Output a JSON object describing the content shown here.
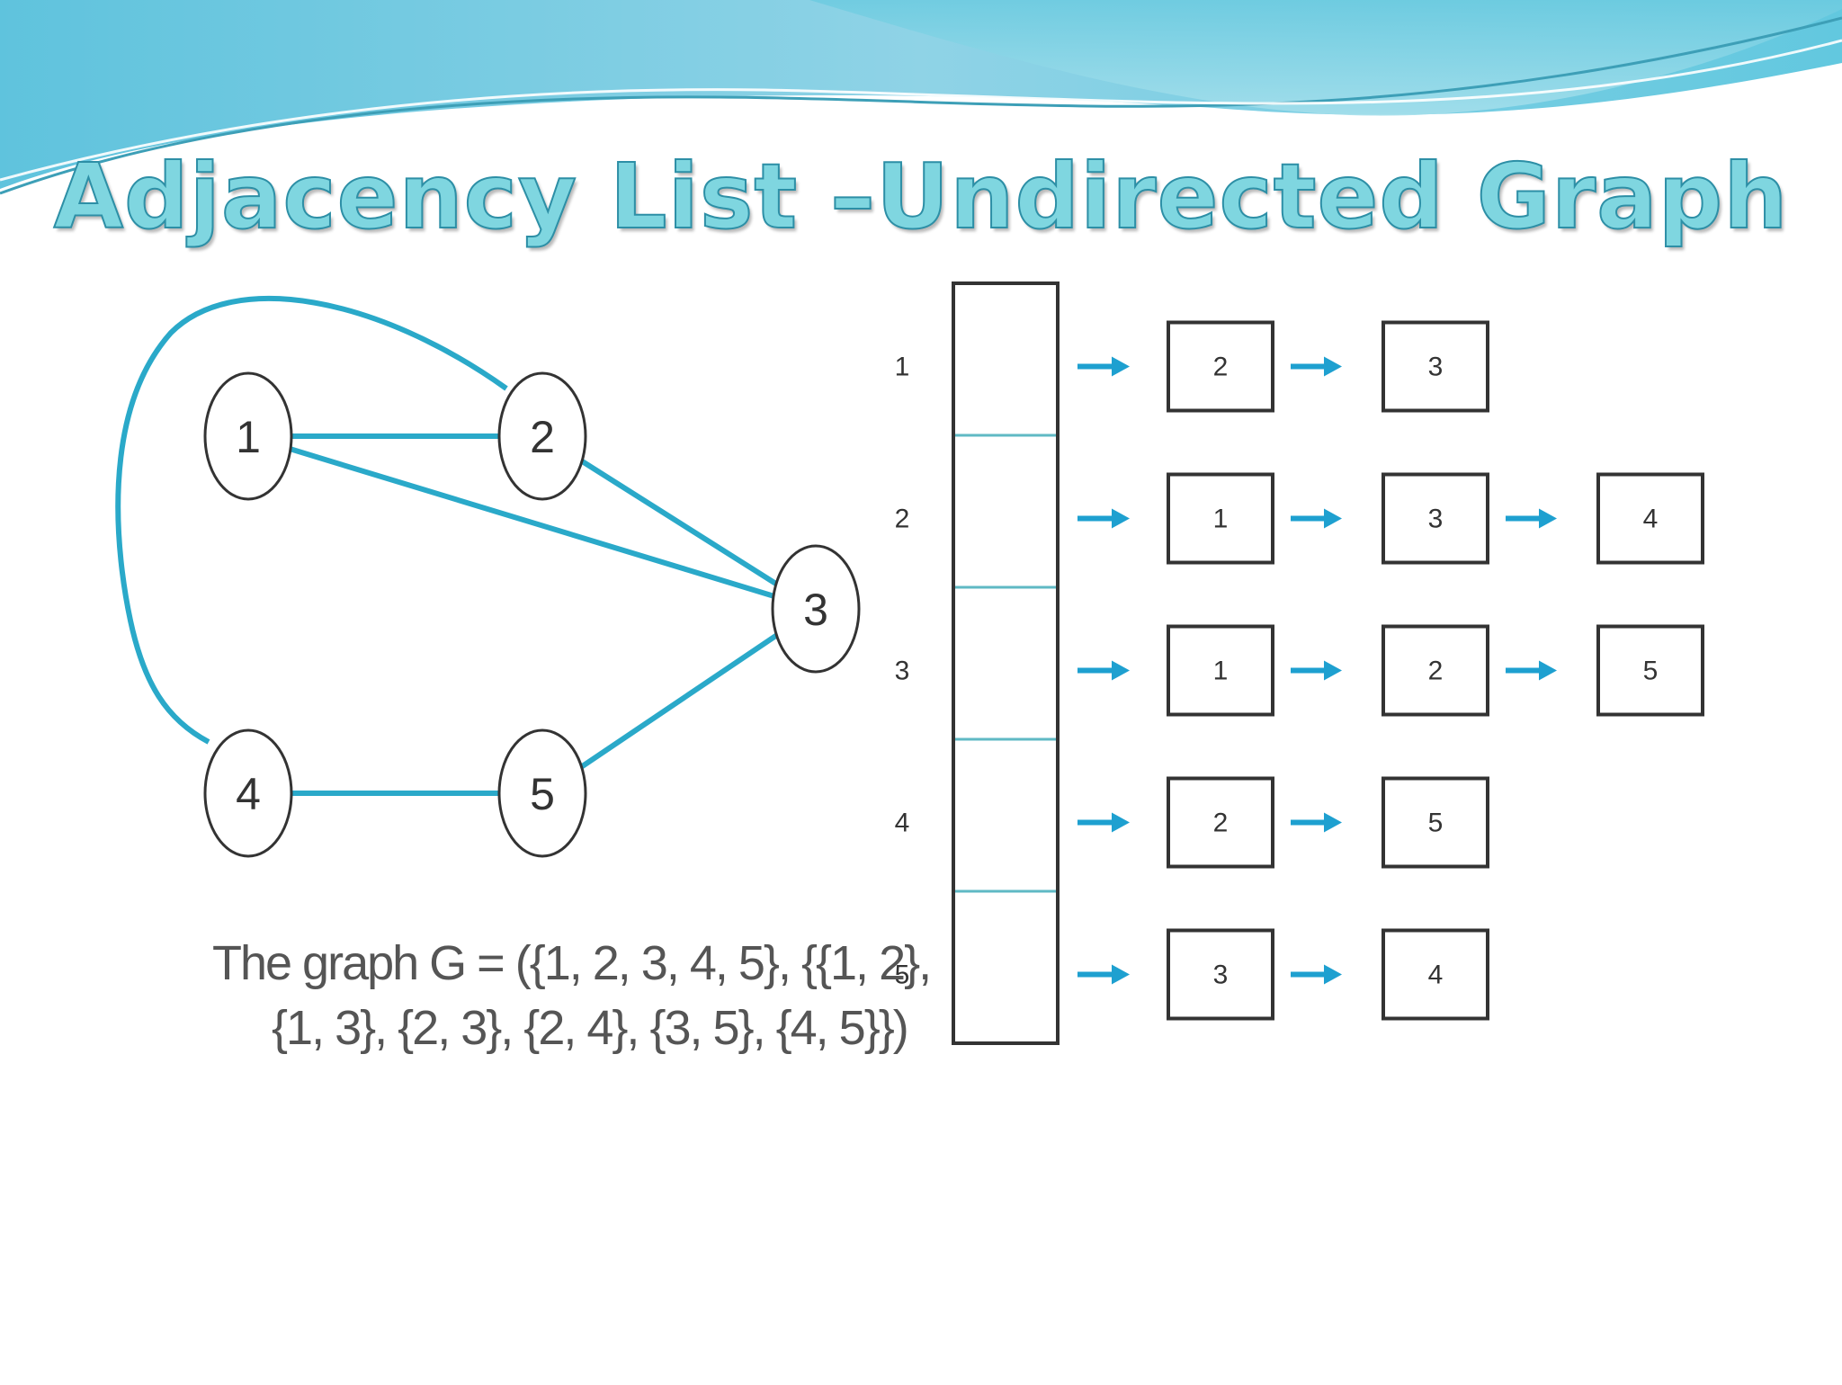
{
  "title": "Adjacency List –Undirected Graph",
  "caption": {
    "line1": "The graph G = ({1, 2, 3, 4, 5}, {{1, 2},",
    "line2": "{1, 3}, {2, 3}, {2, 4}, {3, 5}, {4, 5}})"
  },
  "graph": {
    "nodes": [
      "1",
      "2",
      "3",
      "4",
      "5"
    ],
    "edges": [
      [
        "1",
        "2"
      ],
      [
        "1",
        "3"
      ],
      [
        "2",
        "3"
      ],
      [
        "2",
        "4"
      ],
      [
        "3",
        "5"
      ],
      [
        "4",
        "5"
      ]
    ]
  },
  "adjacency_list": [
    {
      "vertex": "1",
      "neighbors": [
        "2",
        "3"
      ]
    },
    {
      "vertex": "2",
      "neighbors": [
        "1",
        "3",
        "4"
      ]
    },
    {
      "vertex": "3",
      "neighbors": [
        "1",
        "2",
        "5"
      ]
    },
    {
      "vertex": "4",
      "neighbors": [
        "2",
        "5"
      ]
    },
    {
      "vertex": "5",
      "neighbors": [
        "3",
        "4"
      ]
    }
  ],
  "colors": {
    "edge": "#2aa9c9",
    "arrow": "#1ea0d0",
    "outline": "#333333",
    "title_fill": "#7fd6e0",
    "title_stroke": "#2d8fa6"
  }
}
